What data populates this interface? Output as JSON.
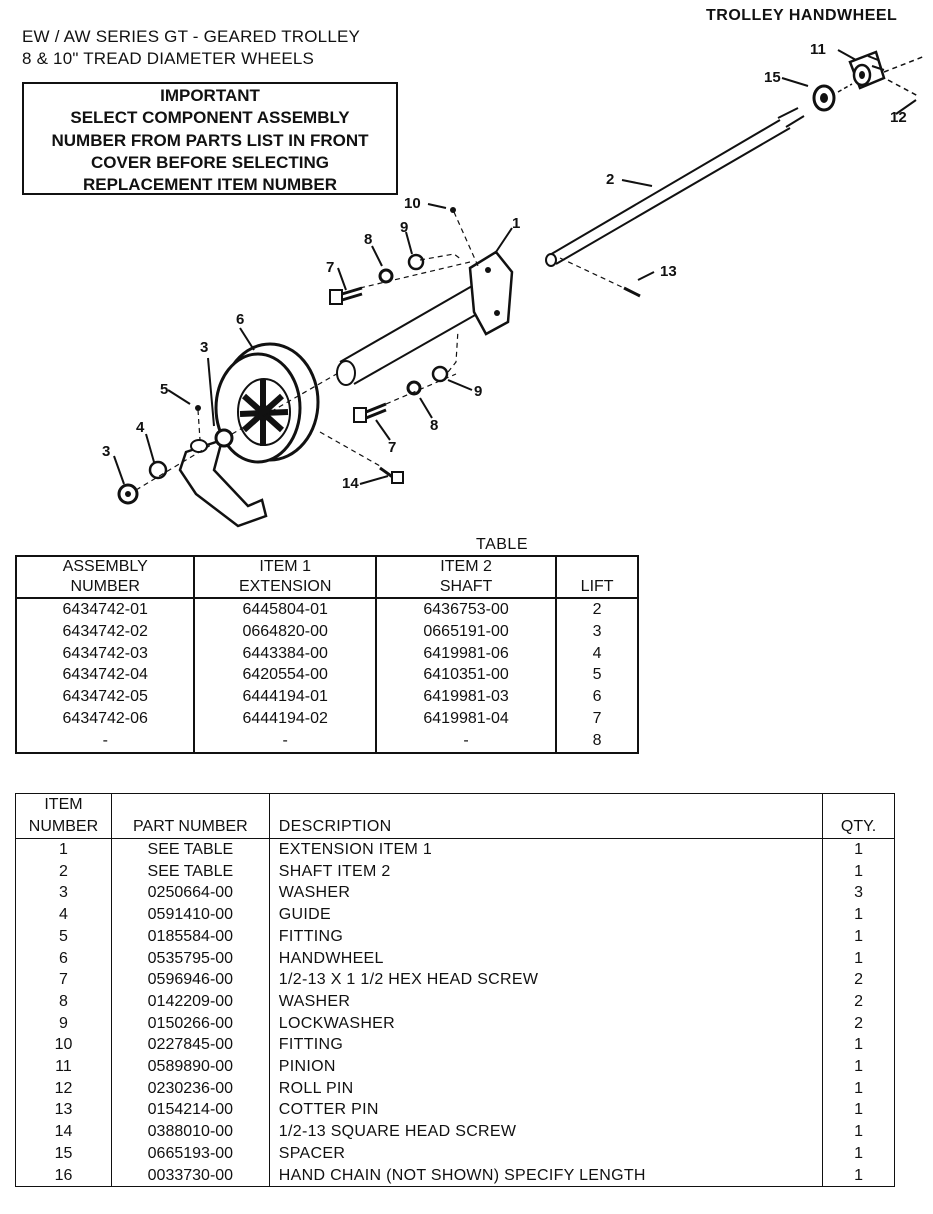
{
  "header": {
    "title_line1": "EW / AW SERIES GT - GEARED TROLLEY",
    "title_line2": "8 & 10\" TREAD DIAMETER WHEELS",
    "top_right": "TROLLEY HANDWHEEL"
  },
  "important": {
    "line1": "IMPORTANT",
    "line2": "SELECT COMPONENT ASSEMBLY",
    "line3": "NUMBER FROM PARTS LIST IN FRONT",
    "line4": "COVER BEFORE SELECTING",
    "line5": "REPLACEMENT ITEM NUMBER"
  },
  "diagram": {
    "callouts": [
      "1",
      "2",
      "3",
      "3",
      "4",
      "5",
      "6",
      "7",
      "7",
      "8",
      "8",
      "9",
      "9",
      "10",
      "11",
      "12",
      "13",
      "14",
      "15"
    ]
  },
  "assembly_table": {
    "caption": "TABLE",
    "headers": [
      {
        "l1": "ASSEMBLY",
        "l2": "NUMBER"
      },
      {
        "l1": "ITEM 1",
        "l2": "EXTENSION"
      },
      {
        "l1": "ITEM 2",
        "l2": "SHAFT"
      },
      {
        "l1": "",
        "l2": "LIFT"
      }
    ],
    "rows": [
      [
        "6434742-01",
        "6445804-01",
        "6436753-00",
        "2"
      ],
      [
        "6434742-02",
        "0664820-00",
        "0665191-00",
        "3"
      ],
      [
        "6434742-03",
        "6443384-00",
        "6419981-06",
        "4"
      ],
      [
        "6434742-04",
        "6420554-00",
        "6410351-00",
        "5"
      ],
      [
        "6434742-05",
        "6444194-01",
        "6419981-03",
        "6"
      ],
      [
        "6434742-06",
        "6444194-02",
        "6419981-04",
        "7"
      ],
      [
        "-",
        "-",
        "-",
        "8"
      ]
    ]
  },
  "parts_list": {
    "headers": {
      "item_l1": "ITEM",
      "item_l2": "NUMBER",
      "part": "PART NUMBER",
      "desc": "DESCRIPTION",
      "qty": "QTY."
    },
    "rows": [
      [
        "1",
        "SEE TABLE",
        "EXTENSION ITEM 1",
        "1"
      ],
      [
        "2",
        "SEE TABLE",
        "SHAFT ITEM 2",
        "1"
      ],
      [
        "3",
        "0250664-00",
        "WASHER",
        "3"
      ],
      [
        "4",
        "0591410-00",
        "GUIDE",
        "1"
      ],
      [
        "5",
        "0185584-00",
        "FITTING",
        "1"
      ],
      [
        "6",
        "0535795-00",
        "HANDWHEEL",
        "1"
      ],
      [
        "7",
        "0596946-00",
        "1/2-13 X 1 1/2 HEX HEAD SCREW",
        "2"
      ],
      [
        "8",
        "0142209-00",
        "WASHER",
        "2"
      ],
      [
        "9",
        "0150266-00",
        "LOCKWASHER",
        "2"
      ],
      [
        "10",
        "0227845-00",
        "FITTING",
        "1"
      ],
      [
        "11",
        "0589890-00",
        "PINION",
        "1"
      ],
      [
        "12",
        "0230236-00",
        "ROLL PIN",
        "1"
      ],
      [
        "13",
        "0154214-00",
        "COTTER PIN",
        "1"
      ],
      [
        "14",
        "0388010-00",
        "1/2-13 SQUARE HEAD SCREW",
        "1"
      ],
      [
        "15",
        "0665193-00",
        "SPACER",
        "1"
      ],
      [
        "16",
        "0033730-00",
        "HAND CHAIN (NOT SHOWN) SPECIFY LENGTH",
        "1"
      ]
    ]
  }
}
